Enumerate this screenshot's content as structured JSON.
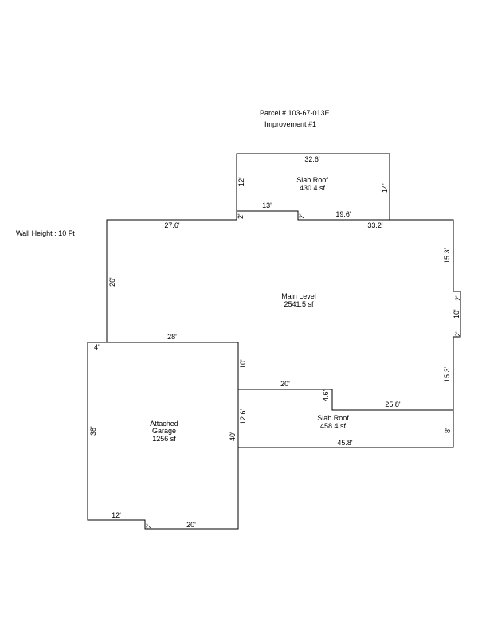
{
  "header": {
    "parcel": "Parcel # 103-67-013E",
    "improvement": "Improvement #1"
  },
  "wall_height": "Wall Height : 10 Ft",
  "areas": {
    "slab_roof_top": {
      "name": "Slab Roof",
      "area": "430.4 sf"
    },
    "main_level": {
      "name": "Main Level",
      "area": "2541.5 sf"
    },
    "garage": {
      "name_line1": "Attached",
      "name_line2": "Garage",
      "area": "1256 sf"
    },
    "slab_roof_bottom": {
      "name": "Slab Roof",
      "area": "458.4 sf"
    }
  },
  "dimensions": {
    "top_width": "32.6'",
    "top_left_height": "12'",
    "top_right_height": "14'",
    "notch_13": "13'",
    "notch_left_2": "2'",
    "notch_right_2": "2'",
    "seg_19_6": "19.6'",
    "main_top_left": "27.6'",
    "main_top_right": "33.2'",
    "main_left": "26'",
    "right_upper": "15.3'",
    "right_notch_top": "2'",
    "right_notch_side": "10'",
    "right_notch_bottom": "2'",
    "right_lower": "15.3'",
    "garage_top": "28'",
    "garage_4": "4'",
    "garage_right_upper": "10'",
    "slab_top": "20'",
    "slab_step": "4.6'",
    "slab_right_top": "25.8'",
    "slab_left": "12.6'",
    "slab_right": "8'",
    "slab_bottom": "45.8'",
    "garage_left": "38'",
    "garage_right": "40'",
    "garage_bottom_left": "12'",
    "garage_bottom_notch": "2'",
    "garage_bottom_right": "20'"
  }
}
